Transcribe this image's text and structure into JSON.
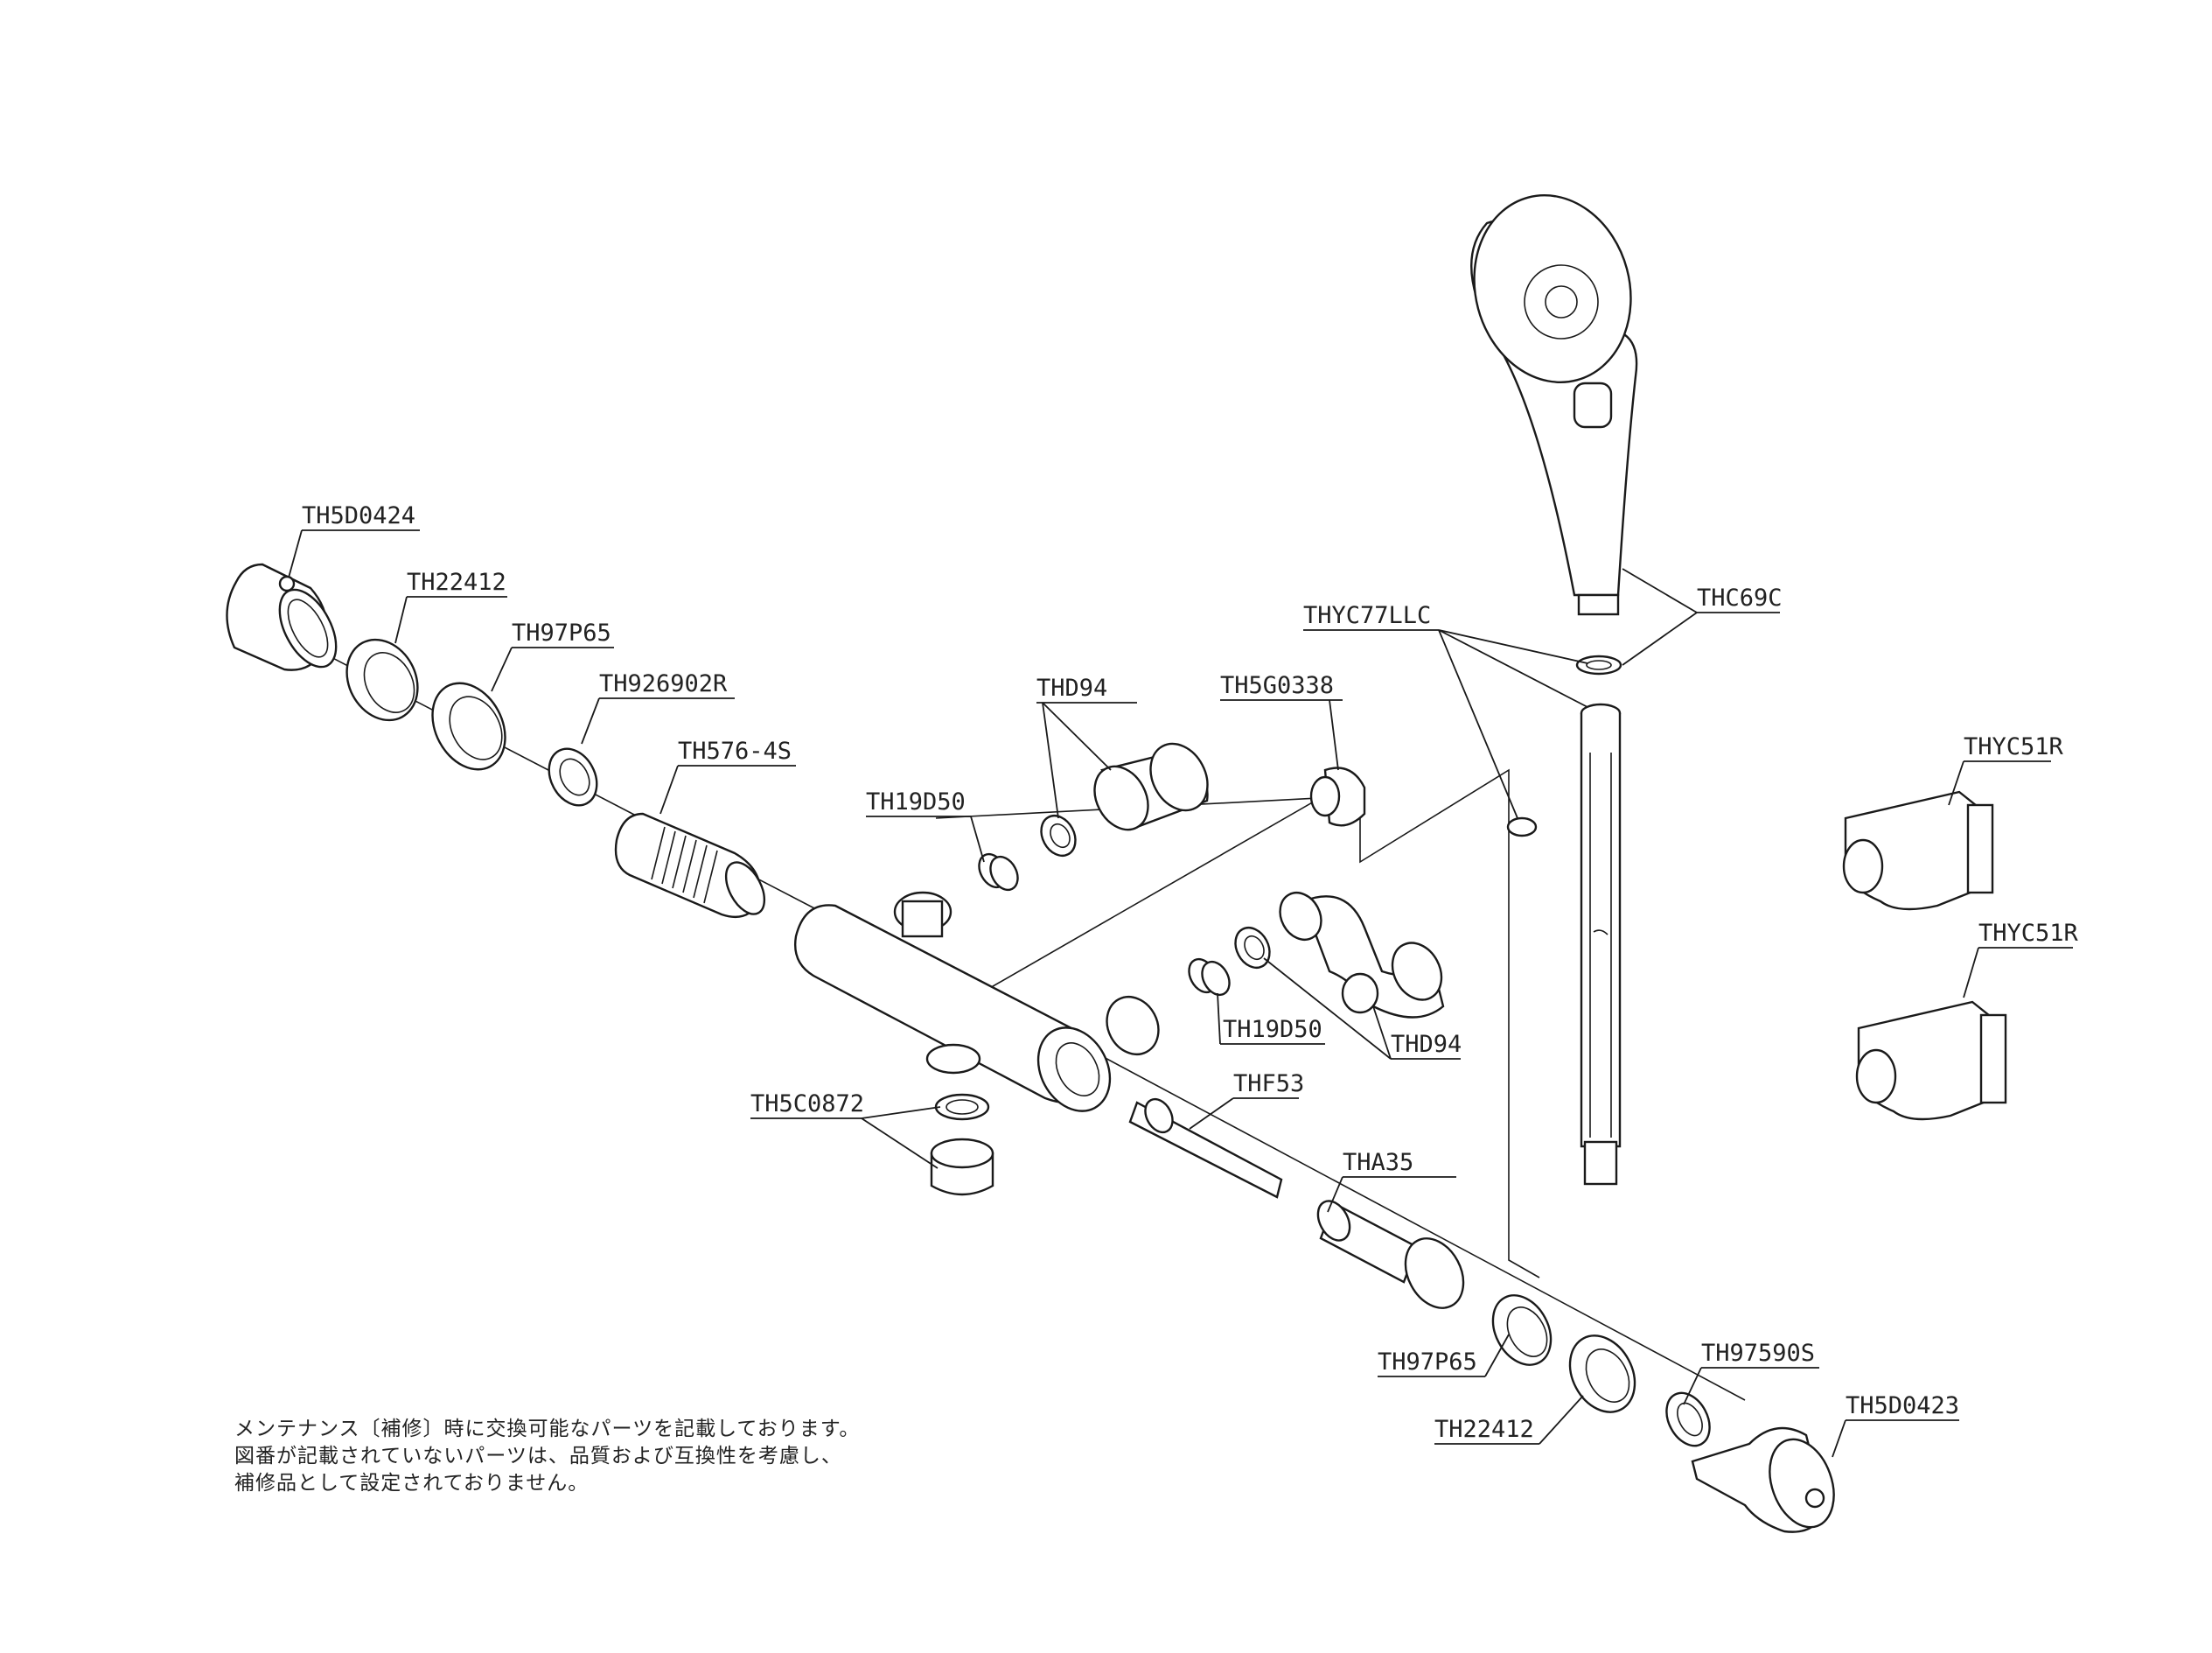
{
  "diagram": {
    "labels": {
      "th5d0424": "TH5D0424",
      "th22412_top": "TH22412",
      "th97p65_top": "TH97P65",
      "th926902r": "TH926902R",
      "th576_4s": "TH576-4S",
      "th19d50_a": "TH19D50",
      "thd94_a": "THD94",
      "th5g0338": "TH5G0338",
      "thyc77llc": "THYC77LLC",
      "thc69c": "THC69C",
      "thyc51r_a": "THYC51R",
      "thyc51r_b": "THYC51R",
      "th19d50_b": "TH19D50",
      "thd94_b": "THD94",
      "th5c0872": "TH5C0872",
      "thf53": "THF53",
      "tha35": "THA35",
      "th97p65_bottom": "TH97P65",
      "th22412_bottom": "TH22412",
      "th97590s": "TH97590S",
      "th5d0423": "TH5D0423"
    }
  },
  "note": {
    "line1": "メンテナンス〔補修〕時に交換可能なパーツを記載しております。",
    "line2": "図番が記載されていないパーツは、品質および互換性を考慮し、",
    "line3": "補修品として設定されておりません。"
  }
}
